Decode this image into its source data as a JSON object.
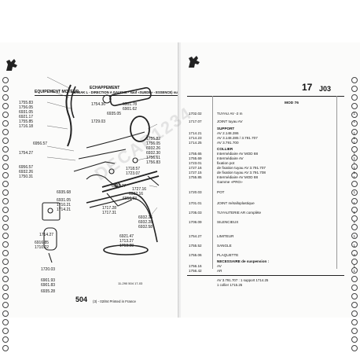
{
  "left_page": {
    "header_title": "EQUIPEMENT MOTEUR",
    "section_title": "ECHAPPEMENT",
    "subtitle": "(BREAK L - DIRECTION A GAUCHE - sauf «SUEDE» - ESSENCE) suite",
    "footer_model": "504",
    "footer_text": "(3) - 02/84  Printed in France",
    "footer_code": "11-290  504  17-03",
    "callouts_left": [
      "1755.83",
      "1756.05",
      "6931.05",
      "6921.17",
      "1755.85",
      "1716.18",
      "6956.57",
      "1754.27",
      "6956.57",
      "6932.26",
      "1750.31",
      "6935.68",
      "6931.05",
      "1710.21",
      "1714.21",
      "1714.27",
      "6916.85",
      "1710.22",
      "1720.03",
      "6901.93",
      "6901.83",
      "6935.28"
    ],
    "callouts_top": [
      "1754.36",
      "6901.78",
      "6901.62",
      "6935.05",
      "1729.03"
    ],
    "callouts_right": [
      "1755.82",
      "1756.05",
      "6932.26",
      "6932.30",
      "1756.61",
      "1756.83",
      "1718.57",
      "1723.07",
      "6948.77",
      "1727.16",
      "6932.16",
      "6956.83",
      "1717.28",
      "1717.31",
      "6932.26",
      "6932.28",
      "6932.58",
      "6921.47",
      "1713.27",
      "1713.28"
    ]
  },
  "right_page": {
    "page_number": "17",
    "section_code": "J03",
    "model_marker": "MOD 76",
    "rows": [
      {
        "ref": "1702.02",
        "desc": "TUYAU  AV  -2 m",
        "qty": "1"
      },
      {
        "ref": "1717.07",
        "desc": "JOINT tuyau AV",
        "qty": "1"
      },
      {
        "ref": "",
        "desc": "SUPPORT",
        "qty": ""
      },
      {
        "ref": "1714.21",
        "desc": "AV  2.148.286",
        "qty": "1"
      },
      {
        "ref": "1714.23",
        "desc": "AV  3.148.285 / 3.791.707",
        "qty": "1"
      },
      {
        "ref": "1714.25",
        "desc": "AV  3.791.700",
        "qty": "1"
      },
      {
        "ref": "",
        "desc": "COLLIER",
        "qty": ""
      },
      {
        "ref": "1755.65",
        "desc": "Intermédiaire  AV  MOD 88",
        "qty": "1"
      },
      {
        "ref": "1755.69",
        "desc": "Intermédiaire  AV",
        "qty": "1"
      },
      {
        "ref": "1723.01",
        "desc": "fixation pot",
        "qty": "1"
      },
      {
        "ref": "1727.16",
        "desc": "de fixation tuyau  AV  3.791.707",
        "qty": "1"
      },
      {
        "ref": "1727.15",
        "desc": "de fixation tuyau  AV  3.791.708",
        "qty": "1"
      },
      {
        "ref": "1755.85",
        "desc": "Intermédiaire  AV  MOD 88",
        "qty": "1"
      },
      {
        "ref": "",
        "desc": "Gamme «PRO»",
        "qty": ""
      },
      {
        "ref": "1720.03",
        "desc": "POT",
        "qty": "1"
      },
      {
        "ref": "1701.01",
        "desc": "JOINT métalloplastique",
        "qty": "1"
      },
      {
        "ref": "1705.03",
        "desc": "TUYAUTERIE  AR  complète",
        "qty": "1"
      },
      {
        "ref": "1706.09",
        "desc": "SILENCIEUX",
        "qty": "1"
      },
      {
        "ref": "1754.27",
        "desc": "LIMITEUR",
        "qty": "1"
      },
      {
        "ref": "1755.52",
        "desc": "SANGLE",
        "qty": "1"
      },
      {
        "ref": "1755.06",
        "desc": "PLAQUETTE",
        "qty": "2"
      },
      {
        "ref": "",
        "desc": "NECESSAIRE de suspension :",
        "qty": ""
      },
      {
        "ref": "1756.16",
        "desc": "AV",
        "qty": "1"
      },
      {
        "ref": "1756.42",
        "desc": "AR",
        "qty": "1"
      },
      {
        "ref": "",
        "desc": "AV  3.791.707 : 1 support 1714.25",
        "qty": ""
      },
      {
        "ref": "",
        "desc": "1 collier 1715.25",
        "qty": ""
      }
    ]
  },
  "watermark": "DECAR1234"
}
